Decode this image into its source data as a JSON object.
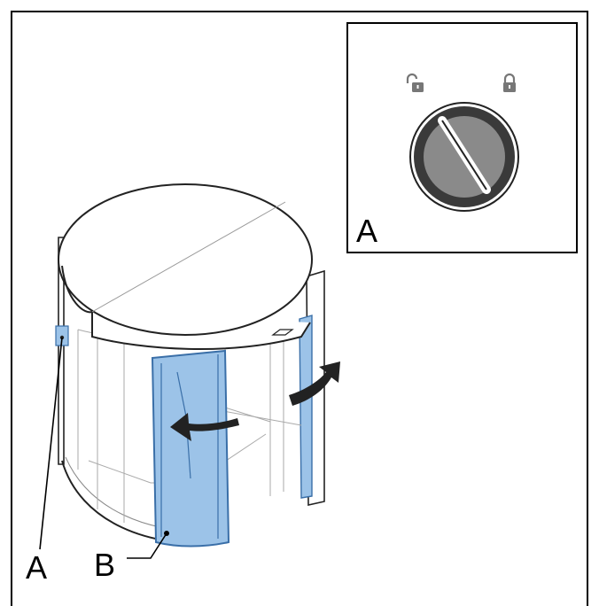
{
  "labels": {
    "callout_a": "A",
    "callout_b": "B",
    "inset_a": "A"
  },
  "icons": {
    "unlocked": "padlock-open-icon",
    "locked": "padlock-closed-icon",
    "key_switch": "key-switch-icon"
  },
  "colors": {
    "highlight": "#9cc3e8",
    "highlight_stroke": "#3a6fa8",
    "canopy": "#ffffff",
    "key_ring": "#3a3a3a",
    "key_face": "#8a8a8a"
  }
}
